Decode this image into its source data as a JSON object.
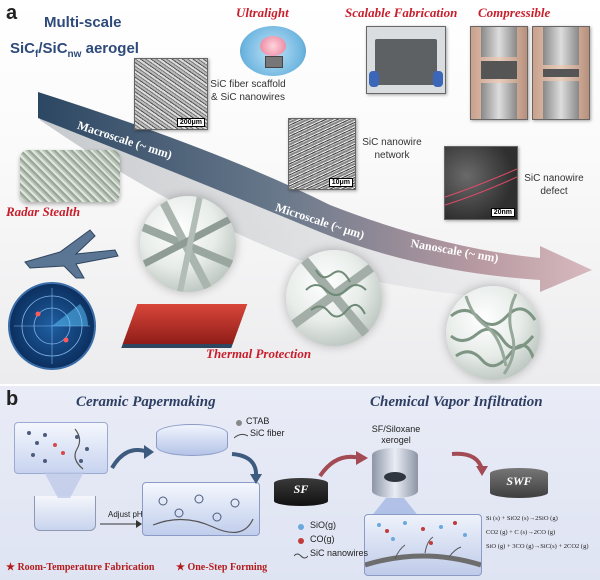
{
  "panel_a": {
    "letter": "a",
    "title_line1": "Multi-scale",
    "title_line2": "SiCf/SiCnw aerogel",
    "features": {
      "ultralight": "Ultralight",
      "scalable": "Scalable Fabrication",
      "compressible": "Compressible",
      "radar": "Radar Stealth",
      "thermal": "Thermal Protection"
    },
    "captions": {
      "fiber_scaffold": "SiC fiber scaffold & SiC nanowires",
      "nanowire_network": "SiC nanowire network",
      "nanowire_defect": "SiC nanowire defect"
    },
    "scale_bars": {
      "sem1": "200μm",
      "sem2": "10μm",
      "tem": "20nm"
    },
    "scales": {
      "macro": "Macroscale (~ mm)",
      "micro": "Microscale (~ μm)",
      "nano": "Nanoscale (~ nm)"
    }
  },
  "panel_b": {
    "letter": "b",
    "papermaking": "Ceramic Papermaking",
    "cvi": "Chemical Vapor Infiltration",
    "legend_ctab": "CTAB",
    "legend_fiber": "SiC fiber",
    "adjust_ph": "Adjust pH",
    "sf_label": "SF",
    "xerogel": "SF/Siloxane xerogel",
    "swf_label": "SWF",
    "legend_sio": "SiO(g)",
    "legend_co": "CO(g)",
    "legend_nanowires": "SiC nanowires",
    "note_room": "★ Room-Temperature Fabrication",
    "note_onestep": "★ One-Step Forming",
    "equations": [
      "Si (s) + SiO2 (s)→2SiO (g)",
      "CO2 (g) + C (s)→2CO (g)",
      "SiO (g) + 3CO (g)→SiC(s) + 2CO2 (g)"
    ]
  },
  "colors": {
    "accent_red": "#c81e2c",
    "title_blue": "#2e4a7a",
    "arrow_dark": "#2f4a66",
    "arrow_light": "#c9a3ab"
  }
}
